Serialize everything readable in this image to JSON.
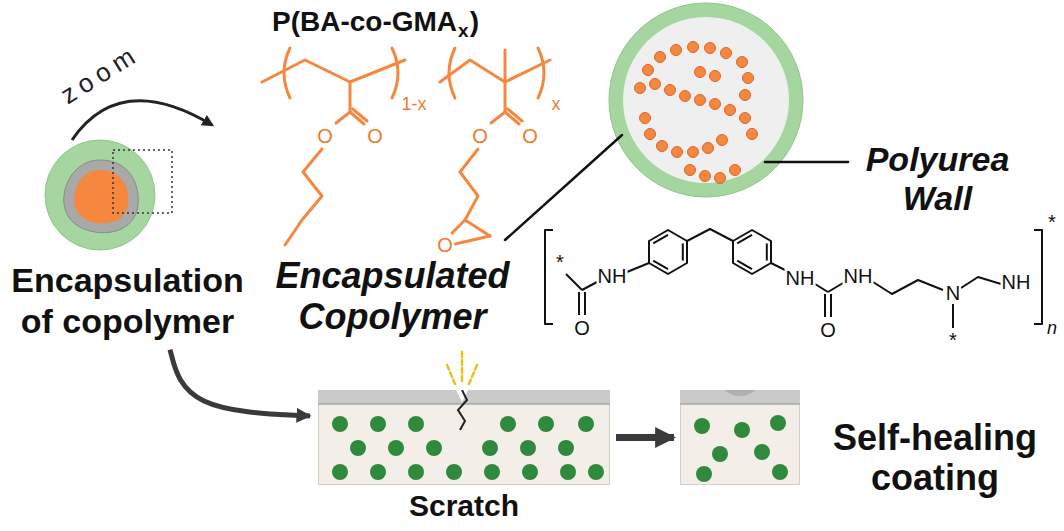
{
  "diagram": {
    "nodes": [
      {
        "text": [
          "Encapsulation of copolymer"
        ]
      },
      {
        "text": [
          "Scratch"
        ]
      },
      {
        "text": [
          "Self-healing coating"
        ]
      }
    ],
    "edges": [
      {
        "from": 0,
        "to": 1,
        "arrow": "to"
      },
      {
        "from": 1,
        "to": 2,
        "arrow": "to"
      }
    ],
    "labels": [
      "P(BA-co-GMA",
      "x",
      ")",
      "zoom",
      "1-x",
      "x",
      "O",
      "O",
      "O",
      "O",
      "O",
      "Encapsulated Copolymer",
      "Polyurea Wall",
      "*",
      "NH",
      "O",
      "NH",
      "NH",
      "O",
      "N",
      "*",
      "NH",
      "*",
      "n"
    ]
  }
}
